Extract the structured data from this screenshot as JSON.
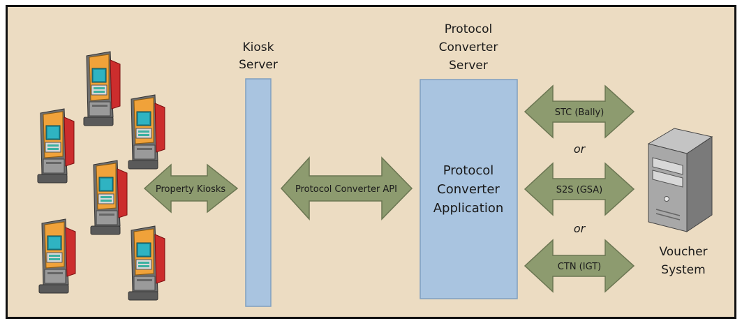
{
  "colors": {
    "background": "#ecdcc2",
    "frame": "#111111",
    "server_bar": "#a9c4e0",
    "server_border": "#7f9fbf",
    "arrow_fill": "#8d9b6f",
    "arrow_stroke": "#6b7652",
    "kiosk_body": "#6e6e6e",
    "kiosk_front": "#f0a23a",
    "kiosk_side": "#cc2d2d",
    "kiosk_screen": "#1f8e9b"
  },
  "labels": {
    "kiosk_server": [
      "Kiosk",
      "Server"
    ],
    "protocol_converter_server": [
      "Protocol",
      "Converter",
      "Server"
    ],
    "protocol_converter_application": [
      "Protocol",
      "Converter",
      "Application"
    ],
    "voucher_system": [
      "Voucher",
      "System"
    ],
    "or": "or"
  },
  "arrows": {
    "property_kiosks": "Property Kiosks",
    "protocol_converter_api": "Protocol Converter API",
    "stc": "STC (Bally)",
    "s2s": "S2S (GSA)",
    "ctn": "CTN (IGT)"
  },
  "icons": {
    "kiosk": "kiosk-machine-icon",
    "server": "server-tower-icon"
  }
}
